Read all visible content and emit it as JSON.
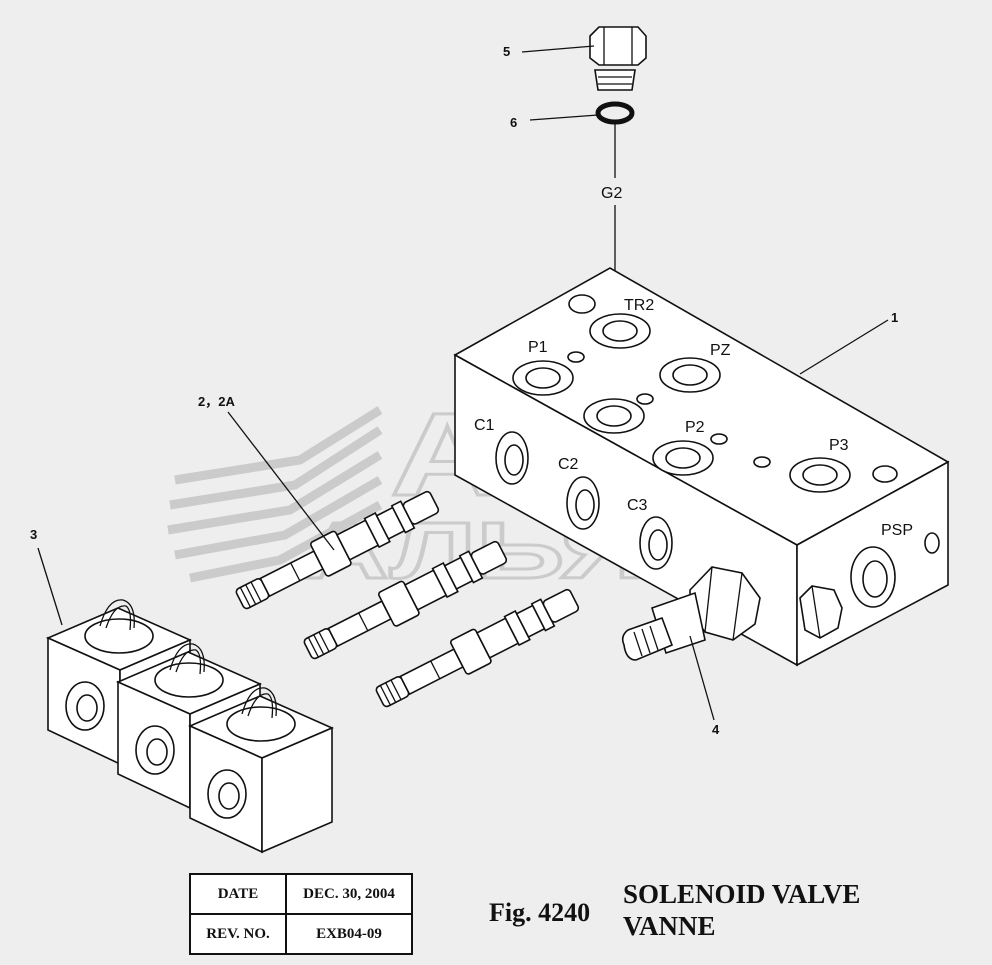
{
  "watermark": {
    "line1": "АВТО",
    "line2": "АЛЬЯНС"
  },
  "callouts": {
    "c1": "1",
    "c2": "2，2A",
    "c3": "3",
    "c4": "4",
    "c5": "5",
    "c6": "6"
  },
  "ports": {
    "G2": "G2",
    "TR2": "TR2",
    "P1": "P1",
    "PZ": "PZ",
    "C1": "C1",
    "P2": "P2",
    "C2": "C2",
    "P3": "P3",
    "C3": "C3",
    "PSP": "PSP"
  },
  "table": {
    "date_label": "DATE",
    "date_value": "DEC. 30, 2004",
    "rev_label": "REV. NO.",
    "rev_value": "EXB04-09"
  },
  "figure": {
    "number": "Fig. 4240",
    "title_line1": "SOLENOID VALVE",
    "title_line2": "VANNE"
  }
}
